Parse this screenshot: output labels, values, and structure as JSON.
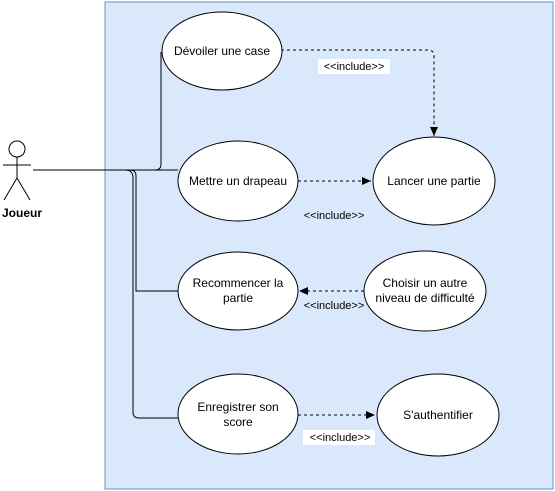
{
  "actor": {
    "name": "Joueur"
  },
  "use_cases": {
    "devoiler": {
      "lines": [
        "Dévoiler une case"
      ]
    },
    "drapeau": {
      "lines": [
        "Mettre un drapeau"
      ]
    },
    "lancer": {
      "lines": [
        "Lancer une partie"
      ]
    },
    "recommencer": {
      "lines": [
        "Recommencer la",
        "partie"
      ]
    },
    "choisir": {
      "lines": [
        "Choisir un autre",
        "niveau de difficulté"
      ]
    },
    "enregistrer": {
      "lines": [
        "Enregistrer son",
        "score"
      ]
    },
    "authentifier": {
      "lines": [
        "S'authentifier"
      ]
    }
  },
  "relations": {
    "inc1": "<<include>>",
    "inc2": "<<include>>",
    "inc3": "<<include>>",
    "inc4": "<<include>>"
  },
  "colors": {
    "system_fill": "#dae8fc",
    "system_stroke": "#6c8ebf",
    "usecase_fill": "#ffffff",
    "line": "#000000"
  }
}
